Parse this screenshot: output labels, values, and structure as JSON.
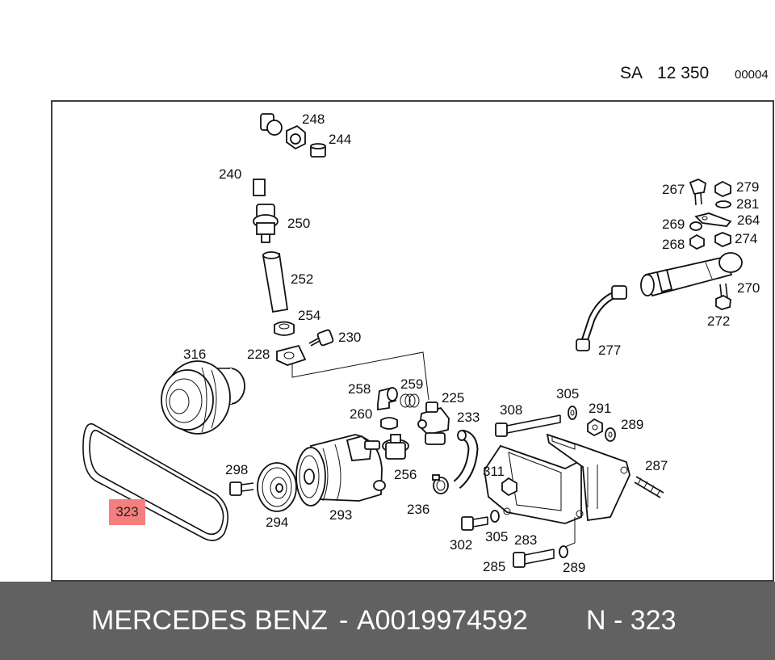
{
  "header": {
    "group": "SA",
    "number": "12 350",
    "sheet": "00004"
  },
  "callouts": {
    "p248": "248",
    "p244": "244",
    "p240": "240",
    "p250": "250",
    "p252": "252",
    "p254": "254",
    "p230": "230",
    "p228": "228",
    "p316": "316",
    "p258": "258",
    "p259": "259",
    "p225": "225",
    "p260": "260",
    "p233": "233",
    "p256": "256",
    "p236": "236",
    "p298": "298",
    "p294": "294",
    "p293": "293",
    "p308": "308",
    "p305a": "305",
    "p291": "291",
    "p289a": "289",
    "p311": "311",
    "p287": "287",
    "p302": "302",
    "p305b": "305",
    "p283": "283",
    "p285": "285",
    "p289b": "289",
    "p267": "267",
    "p279": "279",
    "p281": "281",
    "p264": "264",
    "p269": "269",
    "p268": "268",
    "p274": "274",
    "p270": "270",
    "p272": "272",
    "p277": "277"
  },
  "highlight": {
    "label": "323",
    "color": "#f47f7f"
  },
  "footer": {
    "brand": "MERCEDES BENZ",
    "separator": "-",
    "part_number": "A0019974592",
    "position": "N - 323",
    "background": "#616161"
  }
}
